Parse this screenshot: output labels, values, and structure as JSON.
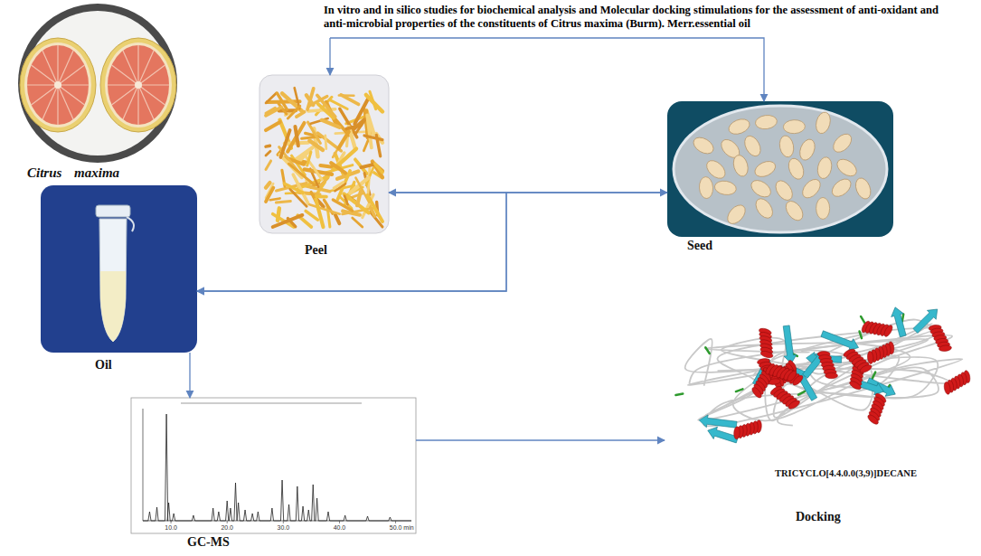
{
  "diagram": {
    "nodes": [
      {
        "text": [
          "In vitro and in silico studies for biochemical analysis and Molecular docking stimulations for the assessment of anti-oxidant and anti-microbial properties of the constituents of Citrus maxima (Burm). Merr.essential oil"
        ]
      },
      {
        "text": [
          "Citrus maxima"
        ]
      },
      {
        "text": [
          "Peel"
        ]
      },
      {
        "text": [
          "Seed"
        ]
      },
      {
        "text": [
          "Oil"
        ]
      },
      {
        "text": [
          "GC-MS"
        ]
      },
      {
        "text": [
          "TRICYCLO[4.4.0.0(3,9)]DECANE",
          "Docking"
        ]
      }
    ],
    "edges": [
      {
        "from": 0,
        "to": 2,
        "arrow": "to"
      },
      {
        "from": 0,
        "to": 3,
        "arrow": "to"
      },
      {
        "from": 2,
        "to": 3,
        "arrow": "both"
      },
      {
        "from": 2,
        "to": 4,
        "arrow": "to"
      },
      {
        "from": 3,
        "to": 4,
        "arrow": "to"
      },
      {
        "from": 4,
        "to": 5,
        "arrow": "to"
      },
      {
        "from": 5,
        "to": 6,
        "arrow": "to"
      }
    ],
    "labels": [
      "10.0",
      "20.0",
      "30.0",
      "40.0",
      "50.0",
      "min"
    ]
  }
}
